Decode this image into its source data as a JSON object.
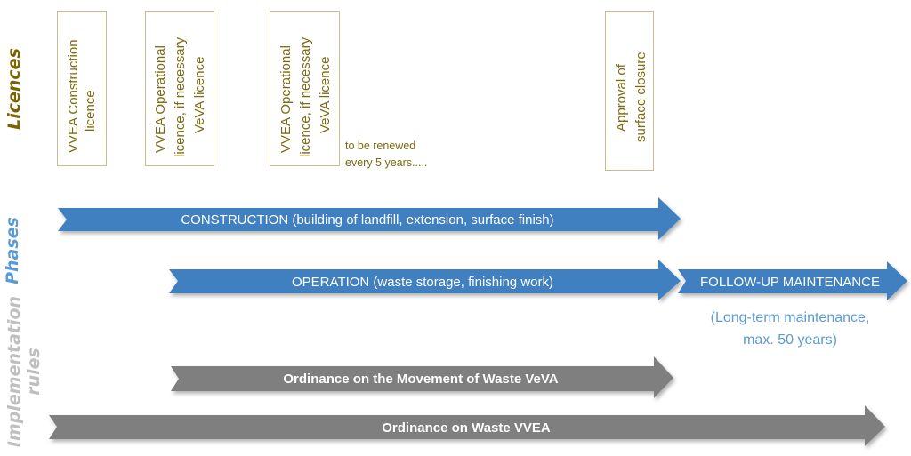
{
  "colors": {
    "licence_text": "#7d6b12",
    "licence_border": "#c9bc8f",
    "phase_blue": "#3f7fc0",
    "rule_gray": "#7f7f7f",
    "phases_label": "#5b9bd5",
    "rules_label": "#bfbfbf",
    "licences_label": "#7a6400"
  },
  "side_labels": {
    "licences": "Licences",
    "phases": "Phases",
    "rules_line1": "Implementation",
    "rules_line2": "rules"
  },
  "licences": [
    {
      "lines": [
        "VVEA Construction",
        "licence"
      ]
    },
    {
      "lines": [
        "VVEA Operational",
        "licence, if necessary",
        "VeVA licence"
      ]
    },
    {
      "lines": [
        "VVEA Operational",
        "licence, if necessary",
        "VeVA licence"
      ]
    },
    {
      "lines": [
        "Approval of",
        "surface closure"
      ]
    }
  ],
  "renewal_note": [
    "to be renewed",
    "every 5 years....."
  ],
  "phases": {
    "construction": "CONSTRUCTION (building of landfill, extension, surface finish)",
    "operation": "OPERATION (waste storage, finishing work)",
    "follow_up": "FOLLOW-UP MAINTENANCE",
    "follow_up_note": [
      "(Long-term maintenance,",
      "max. 50 years)"
    ]
  },
  "rules": {
    "veva": "Ordinance on the Movement of Waste VeVA",
    "vvea": "Ordinance on Waste VVEA"
  }
}
